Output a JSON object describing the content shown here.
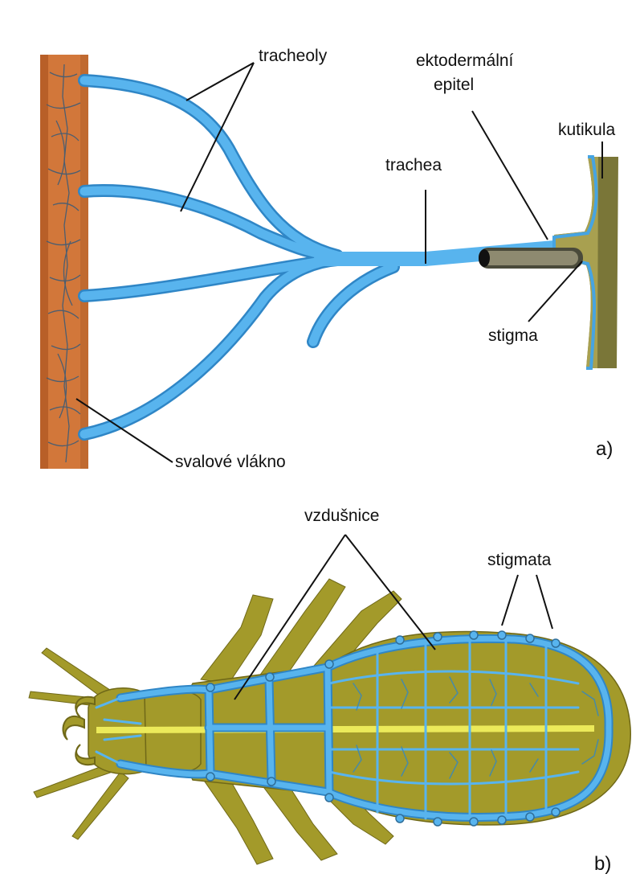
{
  "panel_a": {
    "labels": {
      "tracheoly": "tracheoly",
      "ektodermalni_1": "ektodermální",
      "ektodermalni_2": "epitel",
      "kutikula": "kutikula",
      "trachea": "trachea",
      "stigma": "stigma",
      "svalove_vlakno": "svalové vlákno",
      "panel_letter": "a)"
    }
  },
  "panel_b": {
    "labels": {
      "vzdusnice": "vzdušnice",
      "stigmata": "stigmata",
      "panel_letter": "b)"
    }
  },
  "colors": {
    "trachea_blue": "#4aa8e8",
    "muscle_orange": "#d2773a",
    "cuticle_olive": "#7a7638",
    "body_olive": "#a39a2a",
    "nerve_yellow": "#ecea5a"
  }
}
